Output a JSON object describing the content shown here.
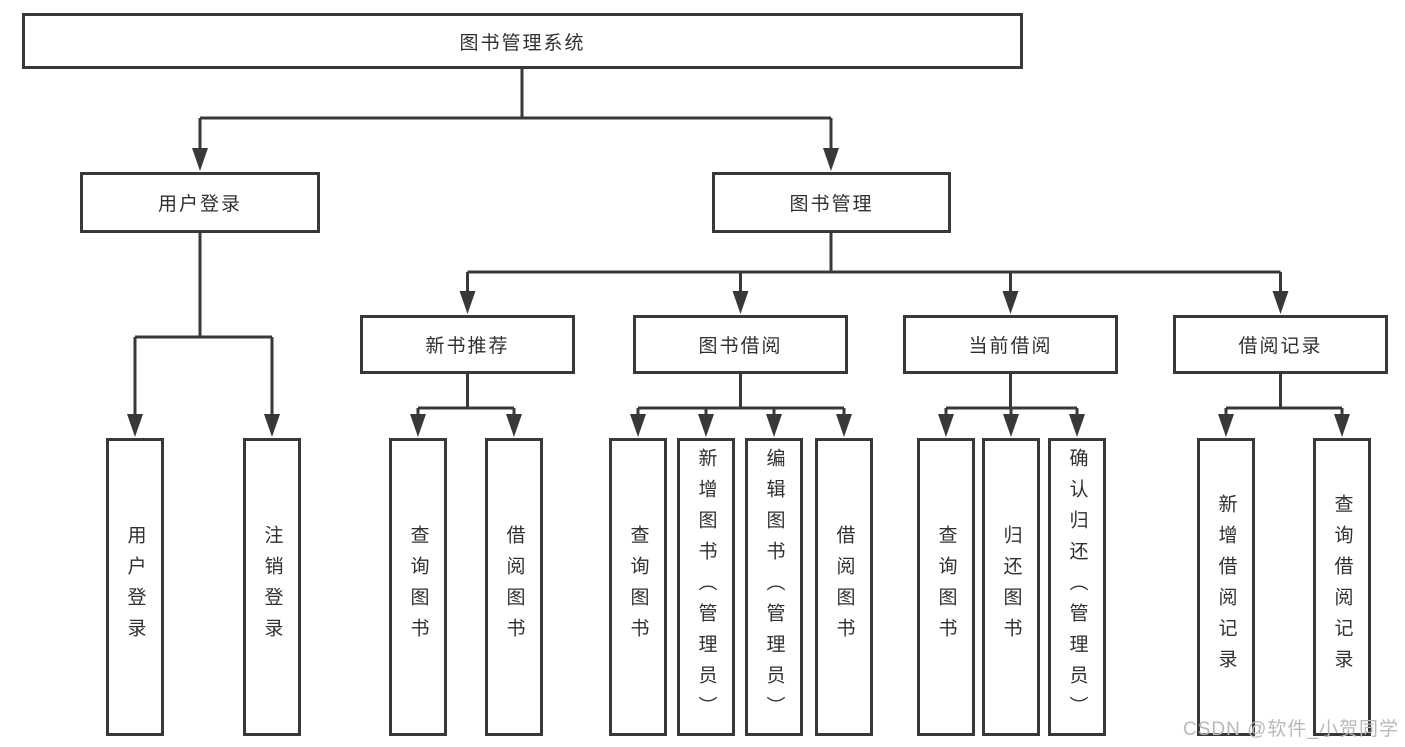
{
  "diagram": {
    "title": "图书管理系统",
    "nodes": {
      "root": {
        "label": "图书管理系统"
      },
      "user_login": {
        "label": "用户登录"
      },
      "book_mgmt": {
        "label": "图书管理"
      },
      "new_book_rec": {
        "label": "新书推荐"
      },
      "book_borrow": {
        "label": "图书借阅"
      },
      "current_borrow": {
        "label": "当前借阅"
      },
      "borrow_records": {
        "label": "借阅记录"
      },
      "leaf_user_login": {
        "label": "用户登录",
        "parent": "用户登录"
      },
      "leaf_logout": {
        "label": "注销登录",
        "parent": "用户登录"
      },
      "leaf_query_book_1": {
        "label": "查询图书",
        "parent": "新书推荐"
      },
      "leaf_borrow_book_1": {
        "label": "借阅图书",
        "parent": "新书推荐"
      },
      "leaf_query_book_2": {
        "label": "查询图书",
        "parent": "图书借阅"
      },
      "leaf_add_book": {
        "label": "新增图书（管理员）",
        "parent": "图书借阅"
      },
      "leaf_edit_book": {
        "label": "编辑图书（管理员）",
        "parent": "图书借阅"
      },
      "leaf_borrow_book_2": {
        "label": "借阅图书",
        "parent": "图书借阅"
      },
      "leaf_query_book_3": {
        "label": "查询图书",
        "parent": "当前借阅"
      },
      "leaf_return_book": {
        "label": "归还图书",
        "parent": "当前借阅"
      },
      "leaf_confirm_return": {
        "label": "确认归还（管理员）",
        "parent": "当前借阅"
      },
      "leaf_add_record": {
        "label": "新增借阅记录",
        "parent": "借阅记录"
      },
      "leaf_query_record": {
        "label": "查询借阅记录",
        "parent": "借阅记录"
      }
    },
    "watermark": "CSDN @软件_小贺同学",
    "colors": {
      "line": "#383838",
      "box_border": "#383838",
      "text": "#303030",
      "watermark": "#b9b9b9",
      "background": "#ffffff"
    }
  }
}
